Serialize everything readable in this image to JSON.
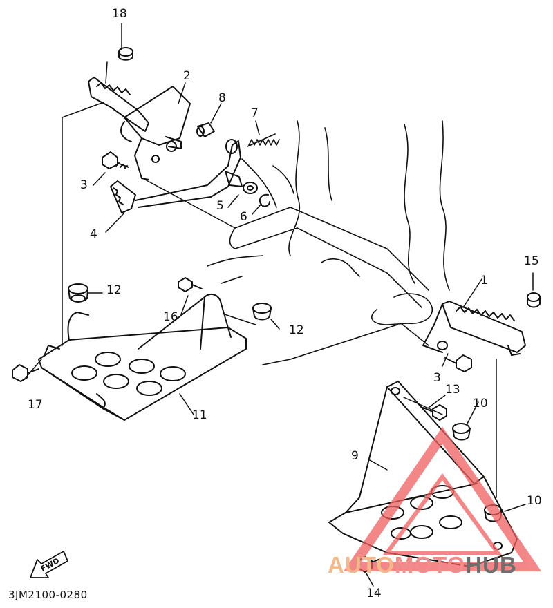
{
  "diagram": {
    "part_code": "3JM2100-0280",
    "callouts": [
      {
        "id": "c18",
        "label": "18"
      },
      {
        "id": "c2",
        "label": "2"
      },
      {
        "id": "c8",
        "label": "8"
      },
      {
        "id": "c7",
        "label": "7"
      },
      {
        "id": "c3a",
        "label": "3"
      },
      {
        "id": "c5",
        "label": "5"
      },
      {
        "id": "c6",
        "label": "6"
      },
      {
        "id": "c4",
        "label": "4"
      },
      {
        "id": "c12a",
        "label": "12"
      },
      {
        "id": "c16",
        "label": "16"
      },
      {
        "id": "c12b",
        "label": "12"
      },
      {
        "id": "c15",
        "label": "15"
      },
      {
        "id": "c1",
        "label": "1"
      },
      {
        "id": "c3b",
        "label": "3"
      },
      {
        "id": "c17",
        "label": "17"
      },
      {
        "id": "c11",
        "label": "11"
      },
      {
        "id": "c13",
        "label": "13"
      },
      {
        "id": "c10a",
        "label": "10"
      },
      {
        "id": "c9",
        "label": "9"
      },
      {
        "id": "c10b",
        "label": "10"
      },
      {
        "id": "c14",
        "label": "14"
      }
    ],
    "fwd_label": "FWD"
  },
  "watermark": {
    "part1": "AUTO",
    "part2": "MOTO",
    "part3": "HUB",
    "colors": {
      "auto": "#f2b98a",
      "moto": "#f08c8c",
      "hub": "#6e6e6e",
      "triangle": "#f06060"
    }
  }
}
